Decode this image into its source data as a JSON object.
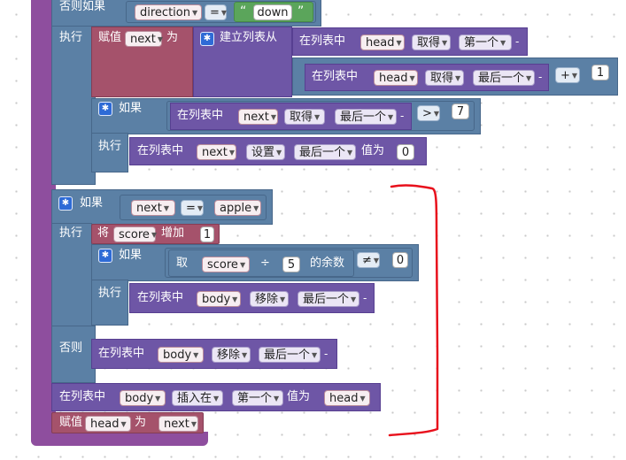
{
  "blocks": {
    "else_if_label": "否则如果",
    "do_label": "执行",
    "if_label": "如果",
    "else_label": "否则",
    "set_label": "赋值",
    "to_label": "为",
    "create_list_label": "建立列表从",
    "in_list_label": "在列表中",
    "get_label": "取得",
    "first_label": "第一个",
    "last_label": "最后一个",
    "set_op_label": "设置",
    "value_is_label": "值为",
    "change_label": "将",
    "increase_label": "增加",
    "take_label": "取",
    "remainder_label": "的余数",
    "remove_label": "移除",
    "insert_at_label": "插入在",
    "var_direction": "direction",
    "var_head": "head",
    "var_next": "next",
    "var_score": "score",
    "var_body": "body",
    "var_apple": "apple",
    "text_down": "down",
    "op_eq": "=",
    "op_plus": "+",
    "op_gt": ">",
    "op_div": "÷",
    "op_neq": "≠",
    "num_1": "1",
    "num_7": "7",
    "num_0": "0",
    "num_5": "5",
    "dash": "-"
  },
  "colors": {
    "procedure": "#5b80a5",
    "list": "#6e56a6",
    "variable": "#a5526b",
    "text": "#5ba55b",
    "frame": "#8e4e9e",
    "annotation": "#e8101c"
  },
  "icons": {
    "gear": "gear-icon",
    "dropdown": "dropdown-arrow-icon"
  }
}
